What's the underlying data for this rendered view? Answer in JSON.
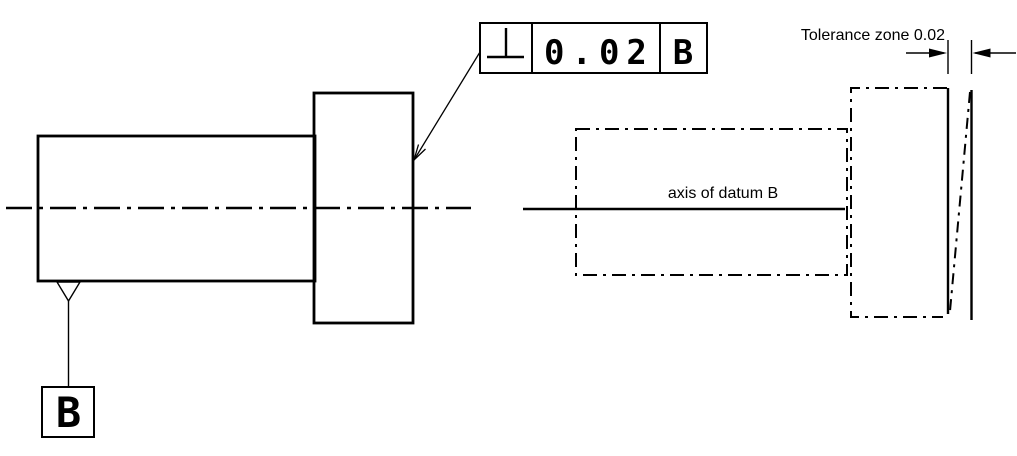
{
  "colors": {
    "ink": "#000000",
    "background": "#ffffff"
  },
  "feature_control_frame": {
    "symbol": "perpendicularity",
    "tolerance": "0.02",
    "datum": "B"
  },
  "datum_feature": {
    "label": "B"
  },
  "interpretation": {
    "axis_label": "axis of datum B",
    "tolerance_zone_label": "Tolerance zone 0.02"
  }
}
